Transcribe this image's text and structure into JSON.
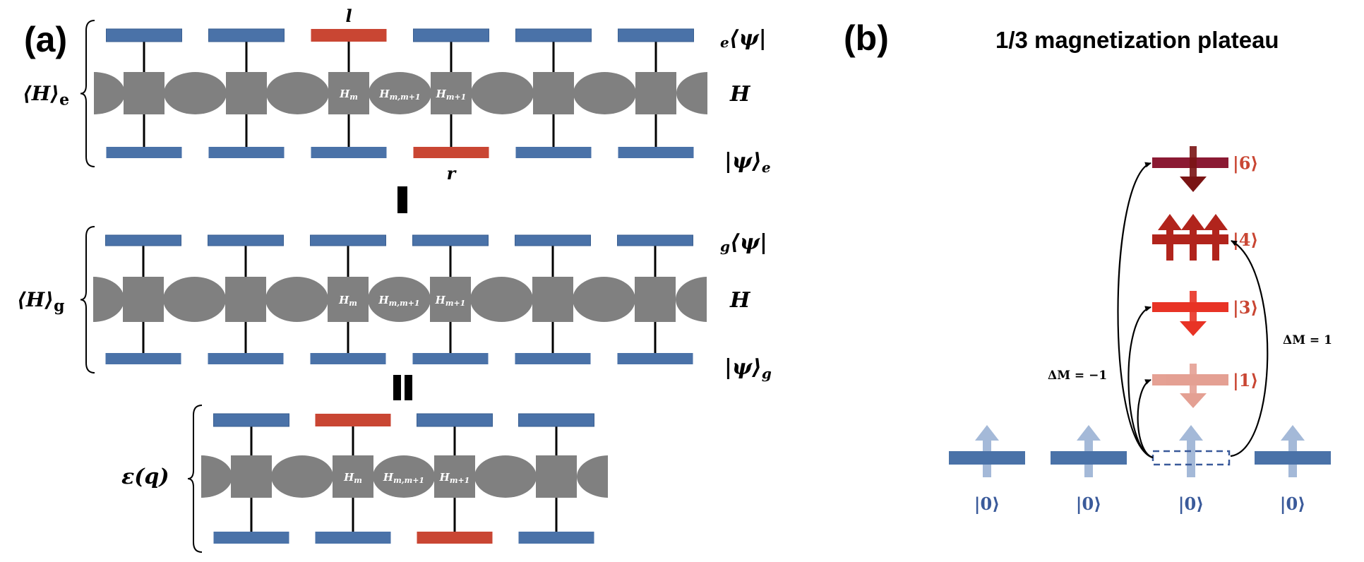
{
  "colors": {
    "site_blue": "#4a72a8",
    "site_blue_edge": "#3a5f91",
    "site_red": "#c94633",
    "tensor_gray": "#808080",
    "leg_black": "#000000",
    "ket_blue": "#3a5a9a",
    "ket_red": "#c94633",
    "level_6": "#8b1a33",
    "arrow_6": "#7a1414",
    "level_4": "#b1241c",
    "level_3": "#e83325",
    "level_1": "#dc8170",
    "ground_arrow": "#a4b9d8"
  },
  "panel_a": {
    "label": "(a)",
    "operator_labels": {
      "Hm": "H",
      "Hm_sub": "m",
      "Hmm1": "H",
      "Hmm1_sub": "m,m+1",
      "Hm1": "H",
      "Hm1_sub": "m+1"
    },
    "rows": [
      {
        "id": "excited",
        "bracket_label": "⟨H⟩",
        "bracket_sub": "e",
        "bra_label": "⟨ψ|",
        "bra_pre": "e",
        "mpo_label": "H",
        "ket_label": "|ψ⟩",
        "ket_sub": "e",
        "top_sites": [
          "blue",
          "blue",
          "red",
          "blue",
          "blue",
          "blue"
        ],
        "bottom_sites": [
          "blue",
          "blue",
          "blue",
          "red",
          "blue",
          "blue"
        ],
        "top_marker": {
          "site": 2,
          "text": "l"
        },
        "bottom_marker": {
          "site": 3,
          "text": "r"
        },
        "labeled_site": 2
      },
      {
        "id": "ground",
        "bracket_label": "⟨H⟩",
        "bracket_sub": "g",
        "bra_label": "⟨ψ|",
        "bra_pre": "g",
        "mpo_label": "H",
        "ket_label": "|ψ⟩",
        "ket_sub": "g",
        "top_sites": [
          "blue",
          "blue",
          "blue",
          "blue",
          "blue",
          "blue"
        ],
        "bottom_sites": [
          "blue",
          "blue",
          "blue",
          "blue",
          "blue",
          "blue"
        ],
        "labeled_site": 2
      },
      {
        "id": "excitation-energy",
        "bracket_label": "ε(q)",
        "top_sites": [
          "blue",
          "red",
          "blue",
          "blue"
        ],
        "bottom_sites": [
          "blue",
          "blue",
          "red",
          "blue"
        ],
        "labeled_site": 1
      }
    ],
    "operators": [
      "minus",
      "equals"
    ]
  },
  "panel_b": {
    "label": "(b)",
    "title": "1/3 magnetization plateau",
    "levels": [
      {
        "name": "level-6",
        "ket": "|6⟩",
        "arrows": "down-1"
      },
      {
        "name": "level-4",
        "ket": "|4⟩",
        "arrows": "up-3"
      },
      {
        "name": "level-3",
        "ket": "|3⟩",
        "arrows": "down-1"
      },
      {
        "name": "level-1",
        "ket": "|1⟩",
        "arrows": "down-1-faded"
      }
    ],
    "ground_sites": [
      {
        "ket": "|0⟩",
        "state": "filled"
      },
      {
        "ket": "|0⟩",
        "state": "filled"
      },
      {
        "ket": "|0⟩",
        "state": "dashed-excited-site"
      },
      {
        "ket": "|0⟩",
        "state": "filled"
      }
    ],
    "transitions": [
      {
        "label": "ΔM = −1",
        "targets": [
          "|1⟩",
          "|3⟩",
          "|6⟩"
        ]
      },
      {
        "label": "ΔM = 1",
        "targets": [
          "|4⟩"
        ]
      }
    ]
  }
}
